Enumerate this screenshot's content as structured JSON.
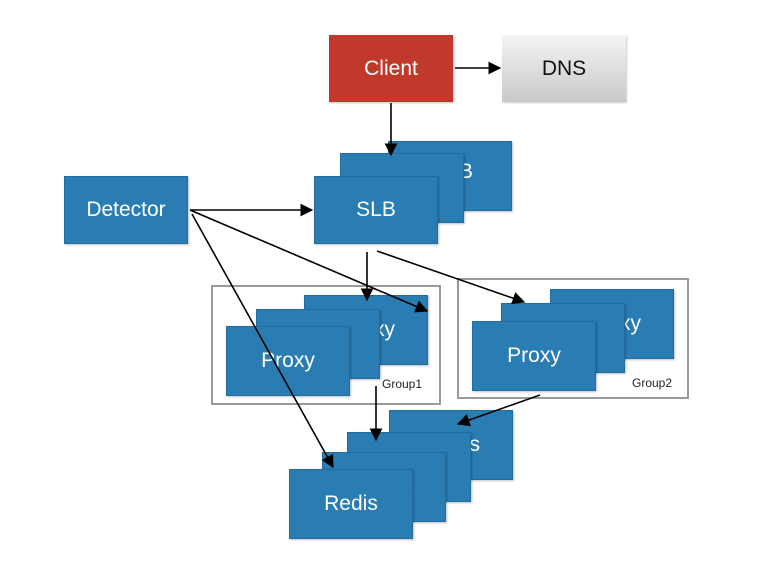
{
  "nodes": {
    "client": "Client",
    "dns": "DNS",
    "detector": "Detector",
    "slb": "SLB",
    "slb_partial": "B",
    "proxy": "Proxy",
    "proxy_partial": "xy",
    "redis": "Redis",
    "redis_partial_s": "s",
    "redis_partial_is": "is"
  },
  "groups": {
    "group1": "Group1",
    "group2": "Group2"
  },
  "colors": {
    "node_blue": "#2A7DB3",
    "client_red": "#C0392B",
    "dns_grey": "#D9D9D9",
    "group_border": "#9A9A9A",
    "arrow": "#000000"
  }
}
